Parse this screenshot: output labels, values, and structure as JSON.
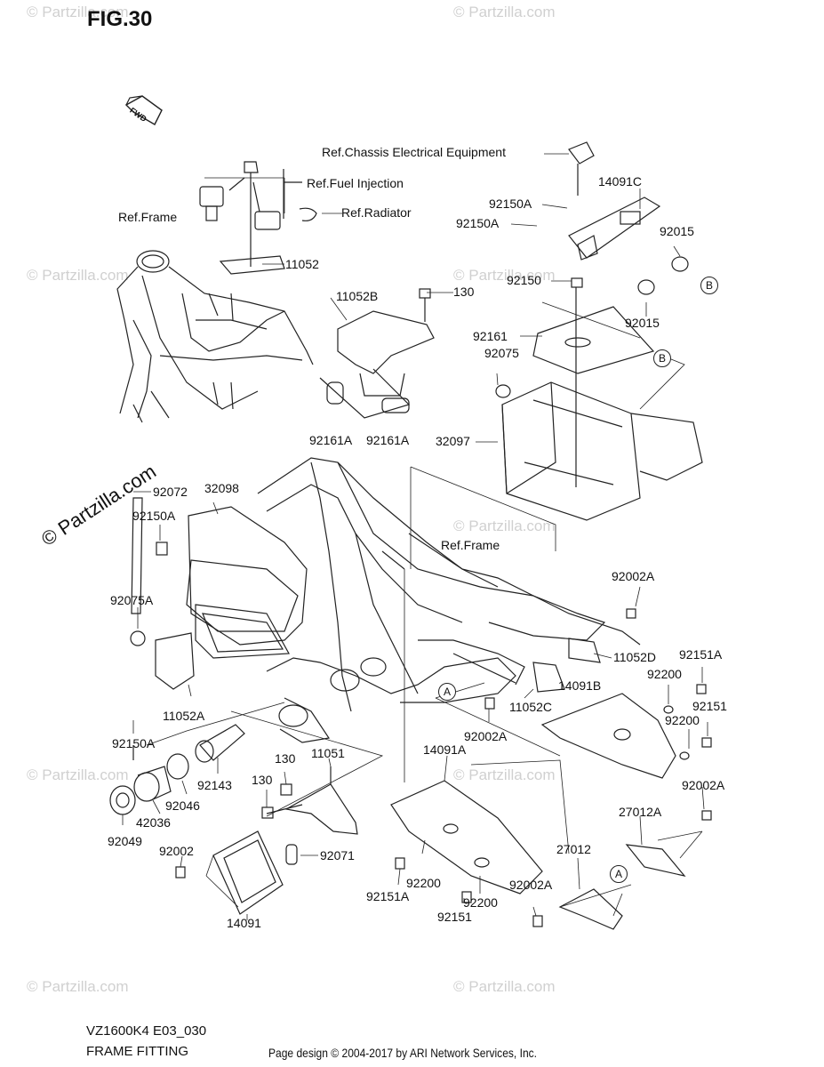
{
  "figure": "FIG.30",
  "model_code": "VZ1600K4 E03_030",
  "section_title": "FRAME FITTING",
  "credit": "Page design © 2004-2017 by ARI Network Services, Inc.",
  "watermark": "© Partzilla.com",
  "fwd_label": "FWD",
  "refs": {
    "chassis": "Ref.Chassis Electrical Equipment",
    "fuel": "Ref.Fuel Injection",
    "radiator": "Ref.Radiator",
    "frame_top": "Ref.Frame",
    "frame_mid": "Ref.Frame"
  },
  "markers": {
    "a": "A",
    "b": "B"
  },
  "parts": {
    "p11052": "11052",
    "p11052b": "11052B",
    "p130a": "130",
    "p14091c": "14091C",
    "p92150a_1": "92150A",
    "p92150a_2": "92150A",
    "p92015_1": "92015",
    "p92015_2": "92015",
    "p92150": "92150",
    "p92161": "92161",
    "p92075": "92075",
    "p92161a_1": "92161A",
    "p92161a_2": "92161A",
    "p32097": "32097",
    "p92072": "92072",
    "p32098": "32098",
    "p92150a_3": "92150A",
    "p92075a": "92075A",
    "p92002a_1": "92002A",
    "p11052d": "11052D",
    "p92151a_1": "92151A",
    "p92200_1": "92200",
    "p14091b": "14091B",
    "p92151_1": "92151",
    "p92200_2": "92200",
    "p11052a": "11052A",
    "p92150a_4": "92150A",
    "p11052c": "11052C",
    "p92002a_2": "92002A",
    "p92002a_3": "92002A",
    "p130b": "130",
    "p11051": "11051",
    "p130c": "130",
    "p14091a": "14091A",
    "p92143": "92143",
    "p92046": "92046",
    "p42036": "42036",
    "p92049": "92049",
    "p27012a": "27012A",
    "p92002": "92002",
    "p92071": "92071",
    "p27012": "27012",
    "p92200_3": "92200",
    "p92002a_4": "92002A",
    "p92151a_2": "92151A",
    "p92200_4": "92200",
    "p92151_2": "92151",
    "p14091": "14091"
  }
}
